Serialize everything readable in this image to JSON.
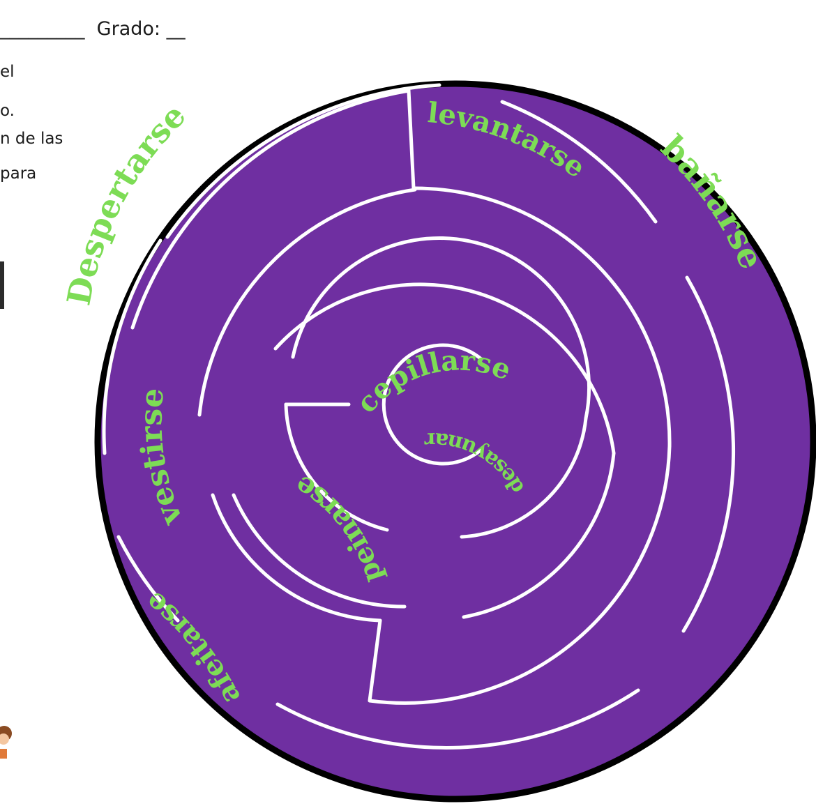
{
  "header": {
    "blank_line": "_________",
    "grade_label": "Grado: __"
  },
  "instructions": {
    "line1": "el",
    "line2": "o.",
    "line3": "n de las",
    "line4": "para"
  },
  "colors": {
    "maze_fill": "#6f2fa1",
    "maze_border": "#000000",
    "path_lines": "#ffffff",
    "word_color": "#7ddc55"
  },
  "maze": {
    "words": {
      "despertarse": "Despertarse",
      "levantarse": "levantarse",
      "banarse": "bañarse",
      "vestirse": "vestirse",
      "cepillarse": "cepillarse",
      "desayunar": "desayunar",
      "peinarse": "peinarse",
      "afeitarse": "afeitarse"
    }
  },
  "icons": {
    "kid": "child-illustration-icon"
  }
}
